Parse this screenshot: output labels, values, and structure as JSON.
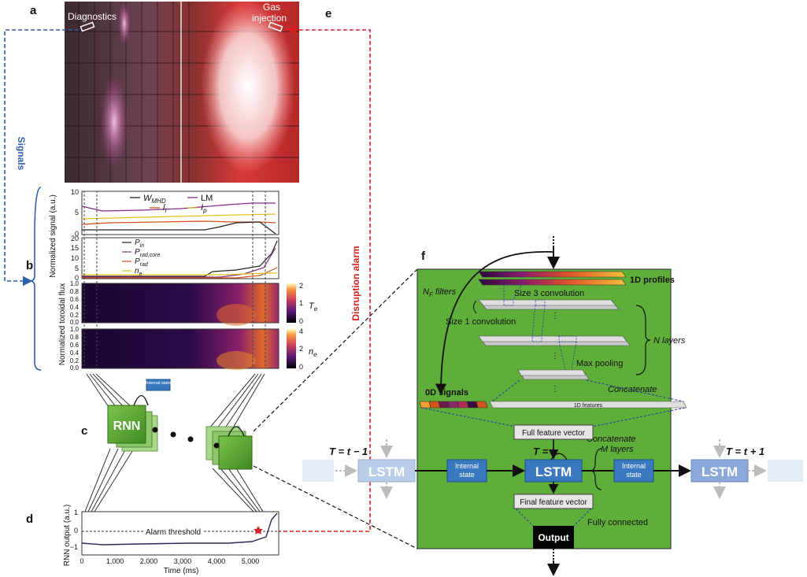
{
  "panels": {
    "a": "a",
    "b": "b",
    "c": "c",
    "d": "d",
    "e": "e",
    "f": "f"
  },
  "photo": {
    "left_label": "Diagnostics",
    "right_label_1": "Gas",
    "right_label_2": "injection"
  },
  "side_labels": {
    "signals": "Signals",
    "alarm": "Disruption alarm"
  },
  "plot1": {
    "ylabel": "Normalized signal (a.u.)",
    "yticks": [
      "10",
      "5",
      "0"
    ],
    "legend": {
      "wmhd": "W",
      "wmhd_sub": "MHD",
      "lm": "LM",
      "li": "l",
      "li_sub": "i",
      "ip": "I",
      "ip_sub": "p"
    },
    "colors": {
      "wmhd": "#222222",
      "lm": "#8a2a8a",
      "li": "#d4531a",
      "ip": "#e6c21e"
    }
  },
  "plot2": {
    "yticks": [
      "20",
      "15",
      "10",
      "5",
      "0"
    ],
    "legend": {
      "pin": "P",
      "pin_sub": "in",
      "prc": "P",
      "prc_sub": "rad,core",
      "prad": "P",
      "prad_sub": "rad",
      "ne": "n",
      "ne_sub": "e"
    },
    "colors": {
      "pin": "#222222",
      "prc": "#8a2a8a",
      "prad": "#d4531a",
      "ne": "#e6c21e"
    }
  },
  "heatmaps": {
    "ylabel": "Normalized toroidal flux",
    "yticks": [
      "1.0",
      "0.8",
      "0.6",
      "0.4",
      "0.2",
      "0.0"
    ],
    "te": {
      "label": "T",
      "sub": "e",
      "ticks": [
        "2",
        "1",
        "0"
      ]
    },
    "ne": {
      "label": "n",
      "sub": "e",
      "ticks": [
        "4",
        "2",
        "0"
      ]
    }
  },
  "rnn": {
    "label": "RNN",
    "internal_state": "Internal state"
  },
  "output_plot": {
    "ylabel": "RNN output (a.u.)",
    "yticks": [
      "1",
      "0",
      "−1"
    ],
    "xlabel": "Time (ms)",
    "xticks": [
      "0",
      "1,000",
      "2,000",
      "3,000",
      "4,000",
      "5,000"
    ],
    "threshold": "Alarm threshold",
    "line_color": "#2a2a55"
  },
  "arch": {
    "profiles": "1D profiles",
    "nf_filters": "N",
    "nf_sub": "F",
    "nf_rest": " filters",
    "size3": "Size 3 convolution",
    "size1": "Size 1 convolution",
    "n_layers": "N layers",
    "max_pooling": "Max pooling",
    "concat": "Concatenate",
    "signals0d": "0D signals",
    "features1d": "1D features",
    "full_vector": "Full feature vector",
    "final_vector": "Final feature vector",
    "fully_connected": "Fully connected",
    "output": "Output",
    "m_layers": "M layers",
    "bg_color": "#5fae3a"
  },
  "timeline": {
    "t_prev": "T =  t − 1",
    "t_now": "T = t",
    "t_next": "T = t + 1",
    "lstm": "LSTM",
    "internal": "Internal",
    "state": "state"
  }
}
